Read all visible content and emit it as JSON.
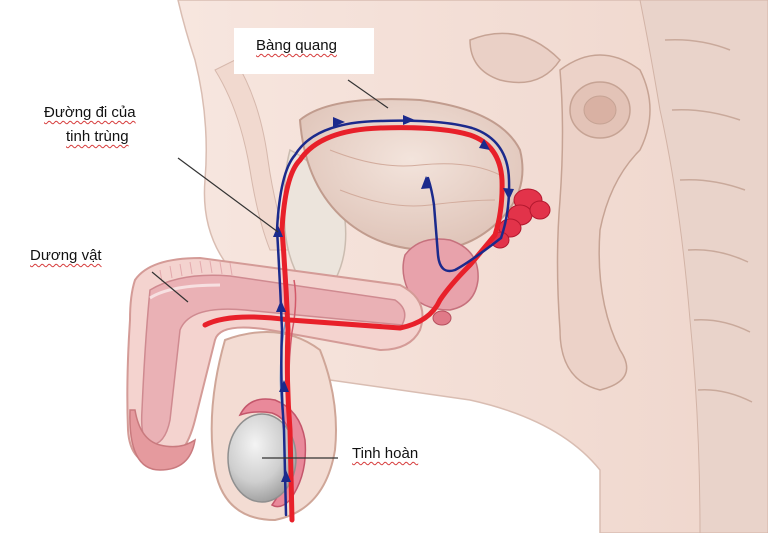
{
  "labels": {
    "bladder": "Bàng quang",
    "sperm_path_line1": "Đường đi của",
    "sperm_path_line2": "tinh trùng",
    "penis": "Dương vật",
    "testis": "Tinh hoàn"
  },
  "colors": {
    "path_red": "#e8202a",
    "arrow_navy": "#1b2a8c",
    "tissue_pink": "#f2c9c6",
    "skin": "#f7e1d9",
    "leader": "#333333"
  },
  "icons": {
    "arrow": "arrow-icon"
  }
}
